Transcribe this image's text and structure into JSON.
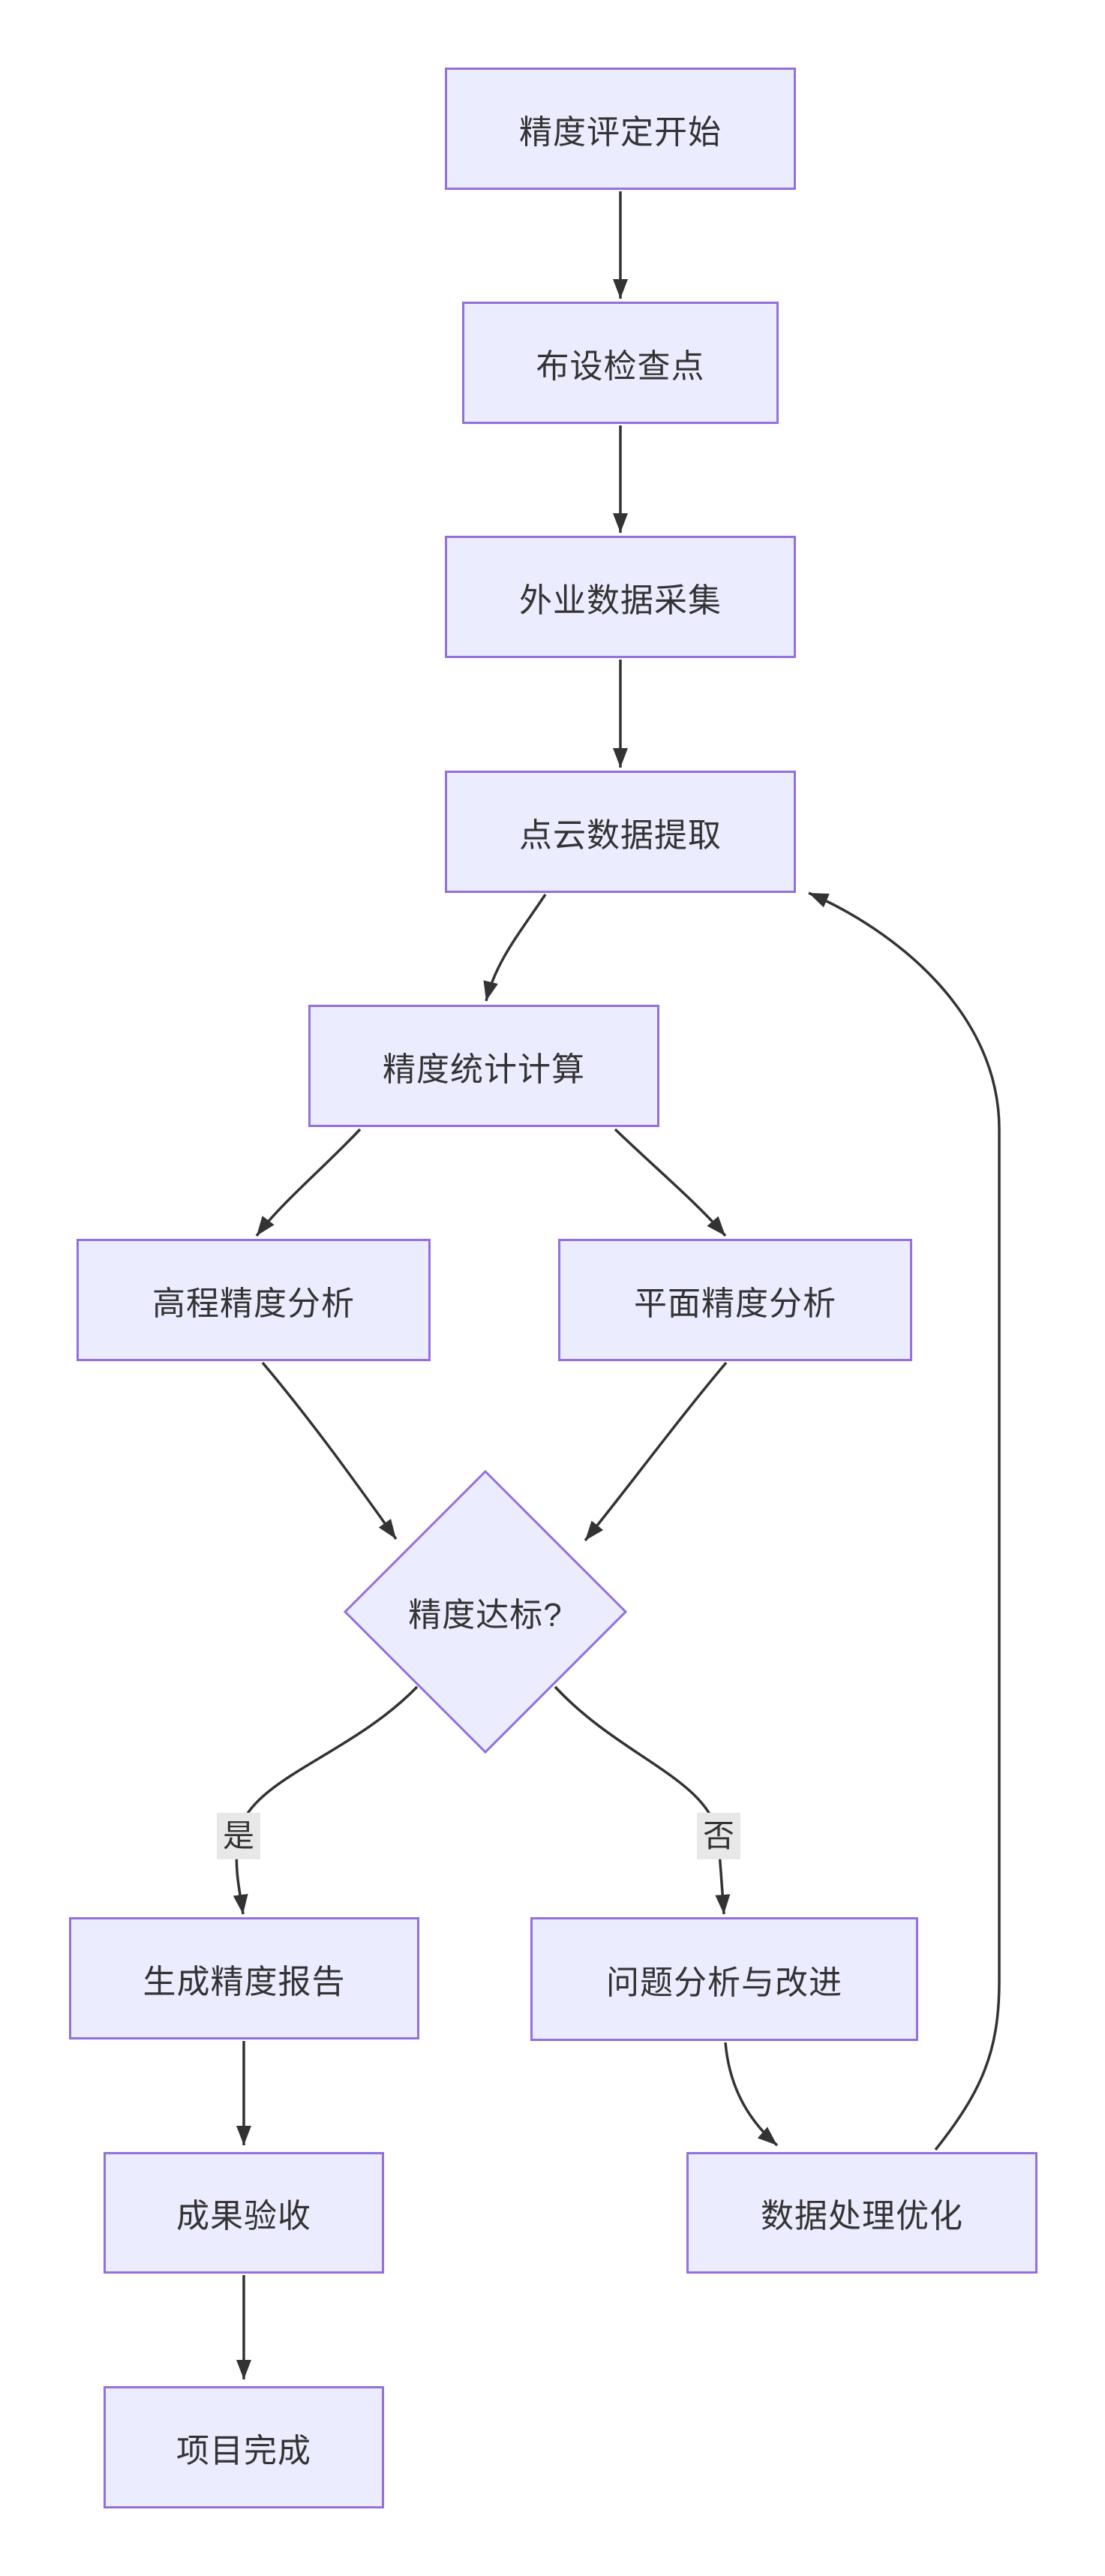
{
  "diagram": {
    "type": "flowchart",
    "direction": "top-down",
    "colors": {
      "background": "#ffffff",
      "node_fill": "#ECECFF",
      "node_border": "#9370DB",
      "edge_color": "#333333",
      "edge_label_bg": "#e8e8e8",
      "text": "#333333"
    },
    "nodes": {
      "start": "精度评定开始",
      "checkpoints": "布设检查点",
      "field_collection": "外业数据采集",
      "pointcloud_extraction": "点云数据提取",
      "accuracy_statistics": "精度统计计算",
      "elevation_analysis": "高程精度分析",
      "planimetric_analysis": "平面精度分析",
      "decision": "精度达标?",
      "generate_report": "生成精度报告",
      "problem_improvement": "问题分析与改进",
      "acceptance": "成果验收",
      "data_optimization": "数据处理优化",
      "complete": "项目完成"
    },
    "edge_labels": {
      "yes": "是",
      "no": "否"
    },
    "edges": [
      {
        "from": "start",
        "to": "checkpoints"
      },
      {
        "from": "checkpoints",
        "to": "field_collection"
      },
      {
        "from": "field_collection",
        "to": "pointcloud_extraction"
      },
      {
        "from": "pointcloud_extraction",
        "to": "accuracy_statistics"
      },
      {
        "from": "accuracy_statistics",
        "to": "elevation_analysis"
      },
      {
        "from": "accuracy_statistics",
        "to": "planimetric_analysis"
      },
      {
        "from": "elevation_analysis",
        "to": "decision"
      },
      {
        "from": "planimetric_analysis",
        "to": "decision"
      },
      {
        "from": "decision",
        "to": "generate_report",
        "label": "是"
      },
      {
        "from": "decision",
        "to": "problem_improvement",
        "label": "否"
      },
      {
        "from": "generate_report",
        "to": "acceptance"
      },
      {
        "from": "acceptance",
        "to": "complete"
      },
      {
        "from": "problem_improvement",
        "to": "data_optimization"
      },
      {
        "from": "data_optimization",
        "to": "pointcloud_extraction"
      }
    ]
  }
}
